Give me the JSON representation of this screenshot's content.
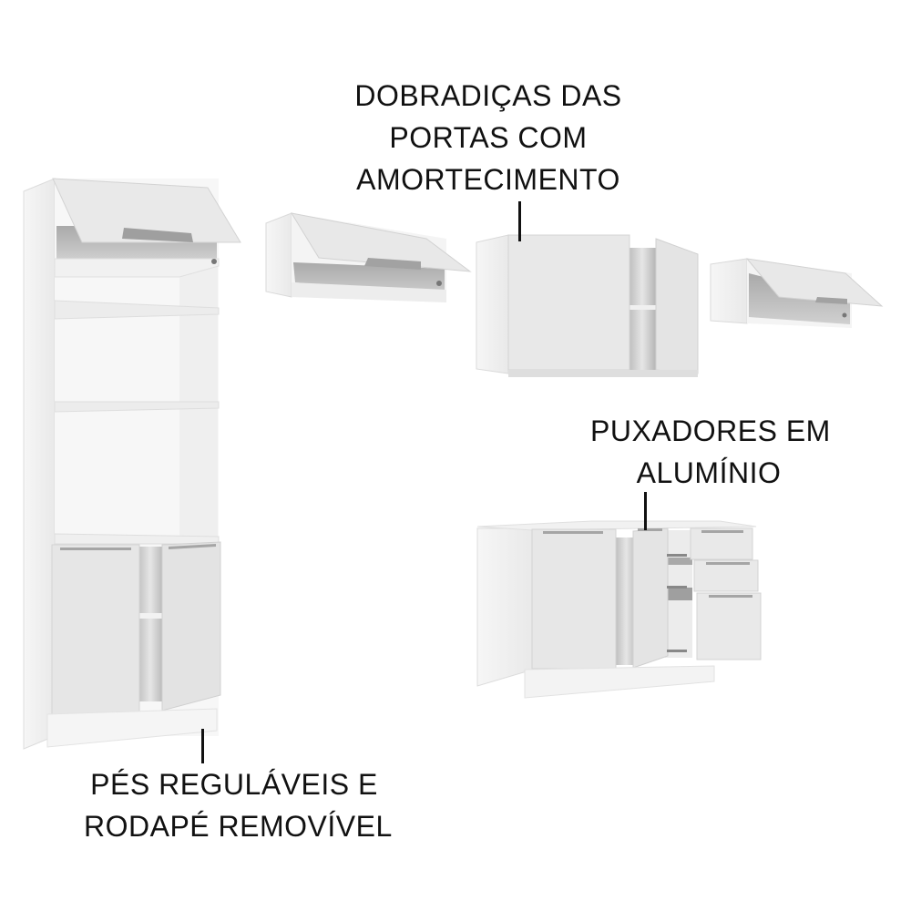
{
  "callouts": {
    "hinges": {
      "lines": [
        "DOBRADIÇAS DAS",
        "PORTAS COM",
        "AMORTECIMENTO"
      ]
    },
    "handles": {
      "lines": [
        "PUXADORES EM",
        "ALUMÍNIO"
      ]
    },
    "feet": {
      "lines": [
        "PÉS REGULÁVEIS E",
        "RODAPÉ REMOVÍVEL"
      ]
    }
  },
  "colors": {
    "background": "#ffffff",
    "panel_white": "#eeeeee",
    "panel_front": "#e6e6e6",
    "panel_side": "#f3f3f3",
    "interior_shadow": "#b8b8b8",
    "handle_aluminium": "#9a9a9a",
    "text": "#111111"
  },
  "products": [
    {
      "id": "tall-oven-tower",
      "description": "Tall tower with flip-up top door, open shelves and two-door base"
    },
    {
      "id": "wall-cabinet-flip-1",
      "description": "Wall cabinet with flip-up door"
    },
    {
      "id": "wall-cabinet-2-doors",
      "description": "Wall cabinet with two hinged doors"
    },
    {
      "id": "wall-cabinet-flip-2",
      "description": "Small wall cabinet with flip-up door"
    },
    {
      "id": "base-cabinet-drawers",
      "description": "Base cabinet with two doors and three drawers"
    }
  ]
}
